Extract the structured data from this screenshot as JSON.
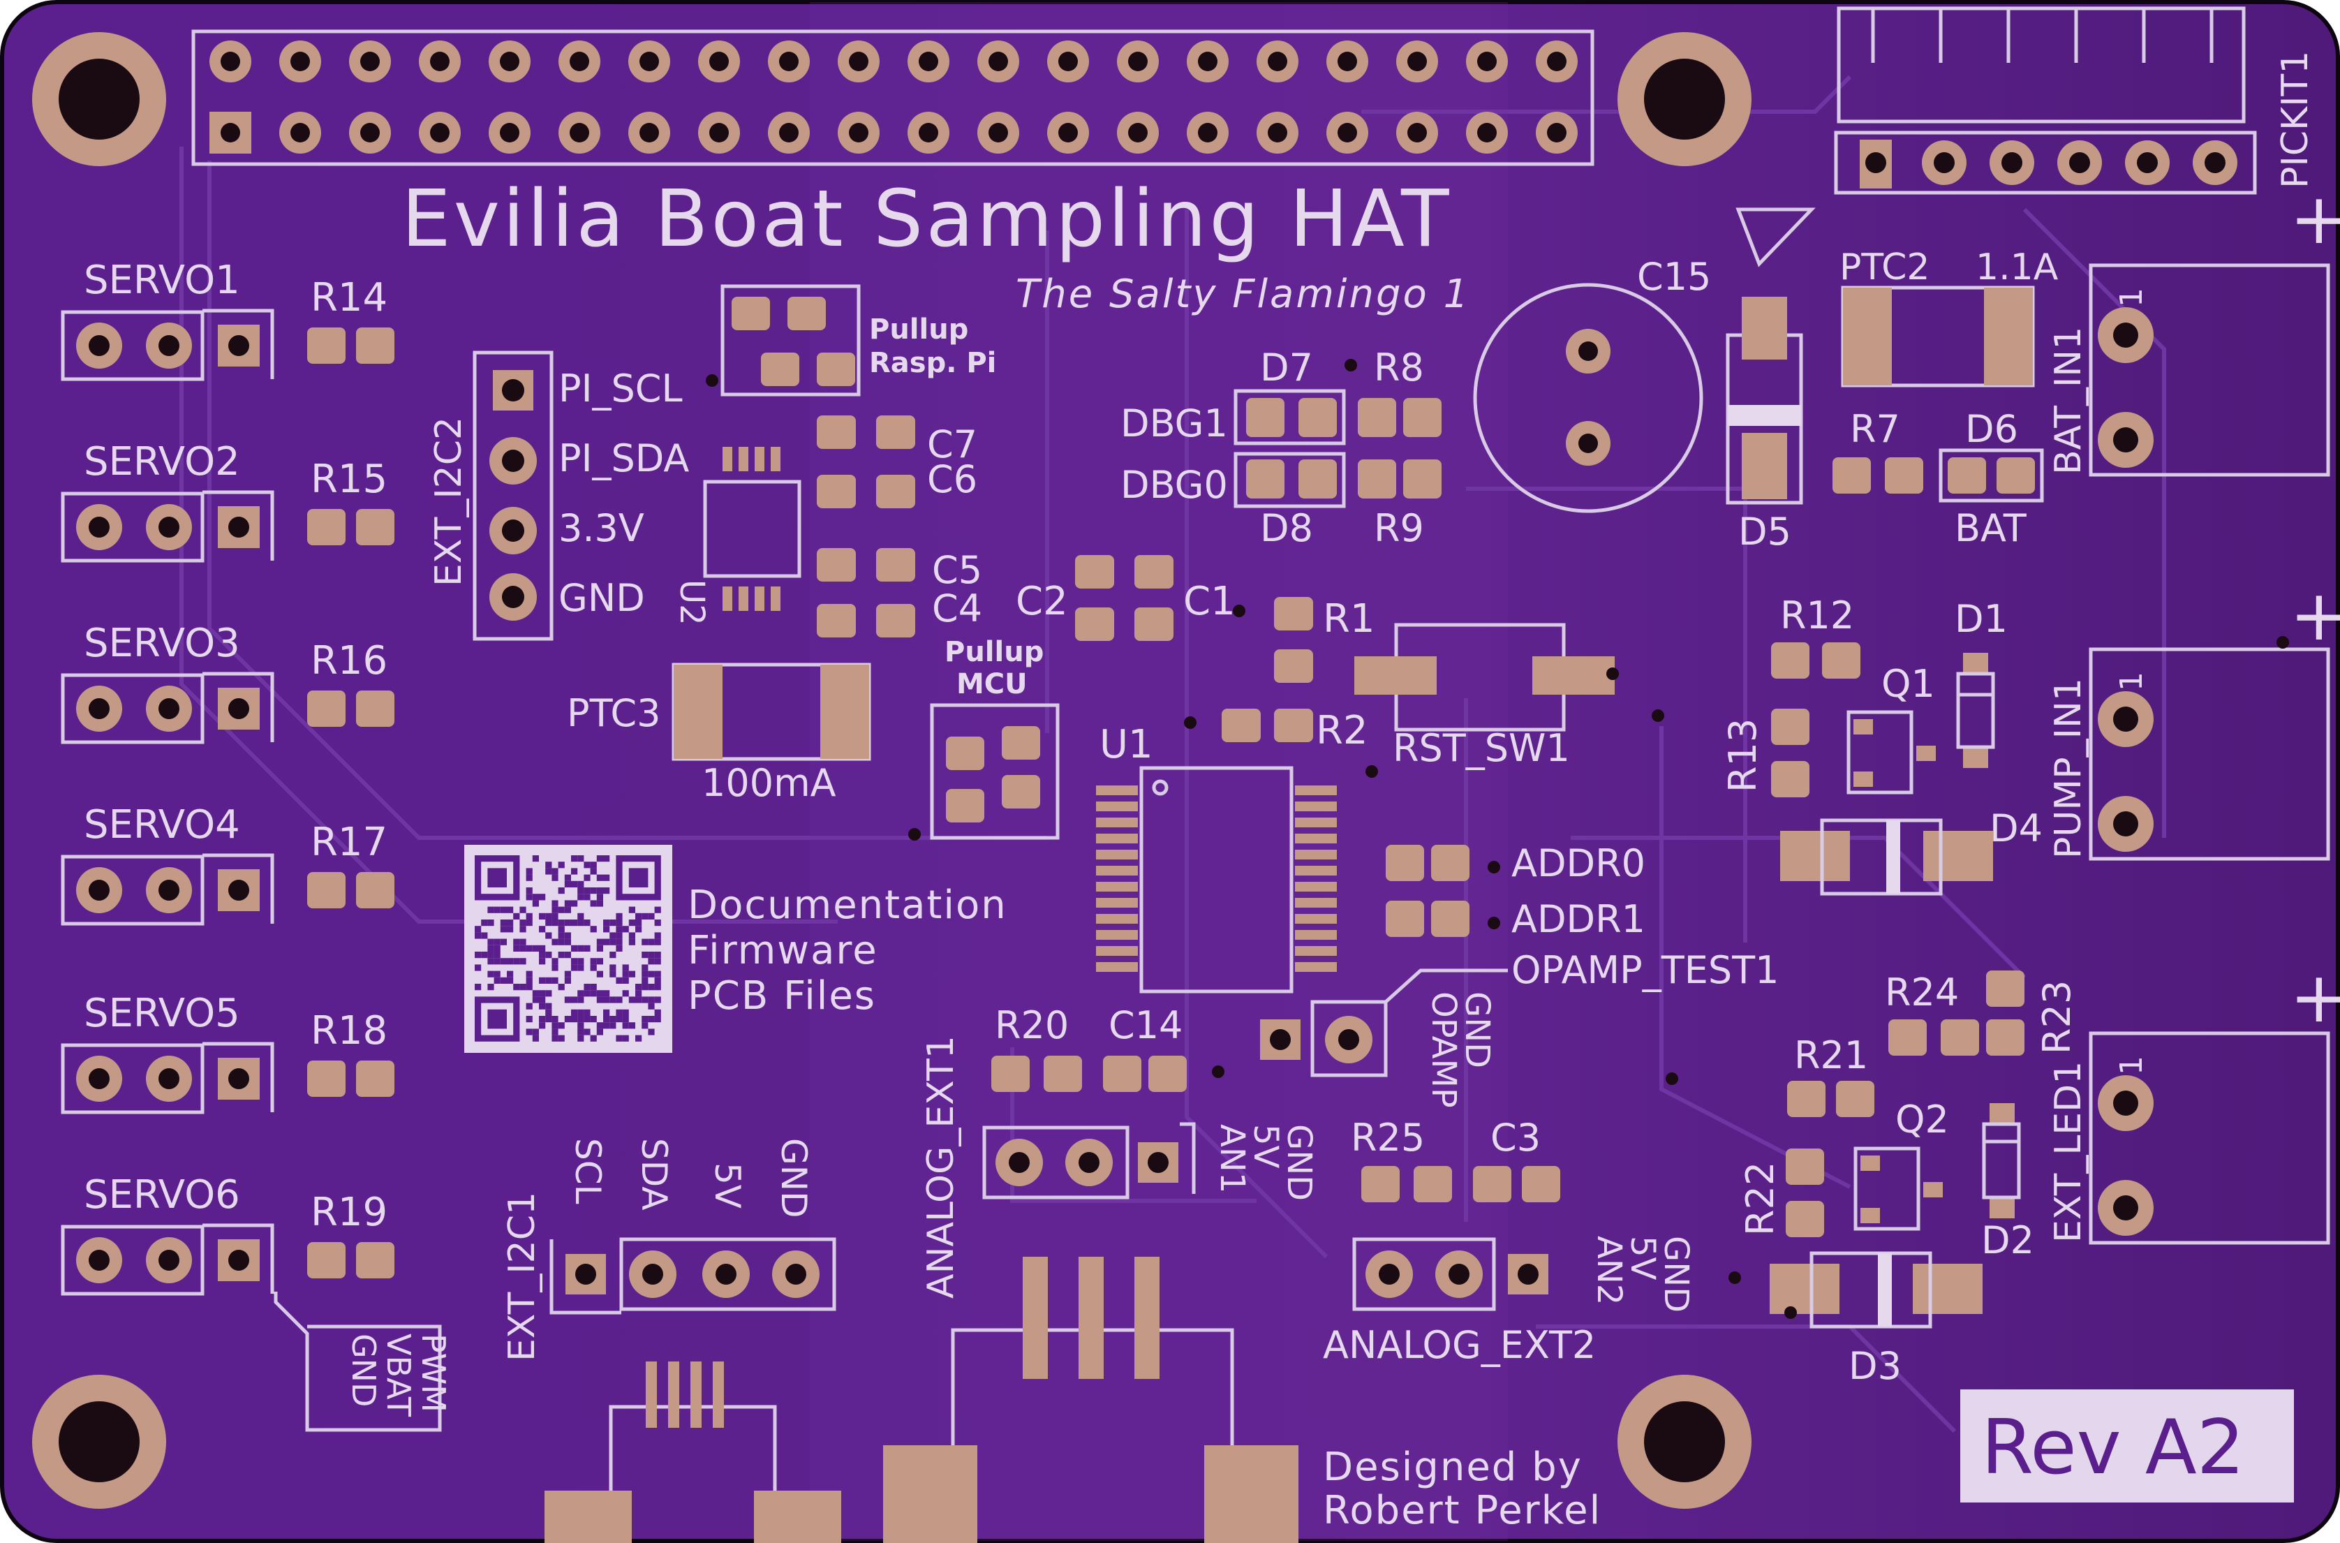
{
  "board": {
    "title": "Evilia Boat Sampling HAT",
    "subtitle": "The Salty Flamingo 1",
    "revision": "Rev A2",
    "designer_line1": "Designed by",
    "designer_line2": "Robert Perkel",
    "qr_links": [
      "Documentation",
      "Firmware",
      "PCB Files"
    ],
    "colors": {
      "soldermask": "#5a1f8c",
      "soldermask_light": "#632a97",
      "copper_pad": "#c49a86",
      "silkscreen": "#e6d9ee",
      "hole": "#1a0a12"
    }
  },
  "servos": [
    {
      "label": "SERVO1",
      "resistor": "R14"
    },
    {
      "label": "SERVO2",
      "resistor": "R15"
    },
    {
      "label": "SERVO3",
      "resistor": "R16"
    },
    {
      "label": "SERVO4",
      "resistor": "R17"
    },
    {
      "label": "SERVO5",
      "resistor": "R18"
    },
    {
      "label": "SERVO6",
      "resistor": "R19"
    }
  ],
  "servo_pin_legend": [
    "PWM",
    "VBAT",
    "GND"
  ],
  "ext_i2c2": {
    "label": "EXT_I2C2",
    "pins": [
      "PI_SCL",
      "PI_SDA",
      "3.3V",
      "GND"
    ]
  },
  "ext_i2c1": {
    "label": "EXT_I2C1",
    "pins": [
      "SCL",
      "SDA",
      "5V",
      "GND"
    ]
  },
  "analog_ext1": {
    "label": "ANALOG_EXT1",
    "pins": [
      "GND",
      "5V",
      "AN1"
    ]
  },
  "analog_ext2": {
    "label": "ANALOG_EXT2",
    "pins": [
      "GND",
      "5V",
      "AN2"
    ]
  },
  "opamp": {
    "label": "OPAMP_TEST1",
    "pins": [
      "GND",
      "OPAMP"
    ]
  },
  "pullups": {
    "pi": [
      "Pullup",
      "Rasp. Pi"
    ],
    "mcu": [
      "Pullup",
      "MCU"
    ]
  },
  "ptc3": {
    "label": "PTC3",
    "value": "100mA"
  },
  "ptc2": {
    "label": "PTC2",
    "value": "1.1A"
  },
  "connectors": {
    "pickit": "PICKIT1",
    "bat_in": "BAT_IN1",
    "pump_in": "PUMP_IN1",
    "ext_led": "EXT_LED1",
    "pin1": "1",
    "plus": "+"
  },
  "refdes": {
    "U1": "U1",
    "U2": "U2",
    "C1": "C1",
    "C2": "C2",
    "C3": "C3",
    "C4": "C4",
    "C5": "C5",
    "C6": "C6",
    "C7": "C7",
    "C14": "C14",
    "C15": "C15",
    "R1": "R1",
    "R2": "R2",
    "R7": "R7",
    "R8": "R8",
    "R9": "R9",
    "R12": "R12",
    "R13": "R13",
    "R20": "R20",
    "R21": "R21",
    "R22": "R22",
    "R23": "R23",
    "R24": "R24",
    "R25": "R25",
    "D1": "D1",
    "D2": "D2",
    "D3": "D3",
    "D4": "D4",
    "D5": "D5",
    "D6": "D6",
    "D7": "D7",
    "D8": "D8",
    "Q1": "Q1",
    "Q2": "Q2",
    "DBG1": "DBG1",
    "DBG0": "DBG0",
    "ADDR0": "ADDR0",
    "ADDR1": "ADDR1",
    "RST_SW1": "RST_SW1",
    "BAT": "BAT"
  }
}
